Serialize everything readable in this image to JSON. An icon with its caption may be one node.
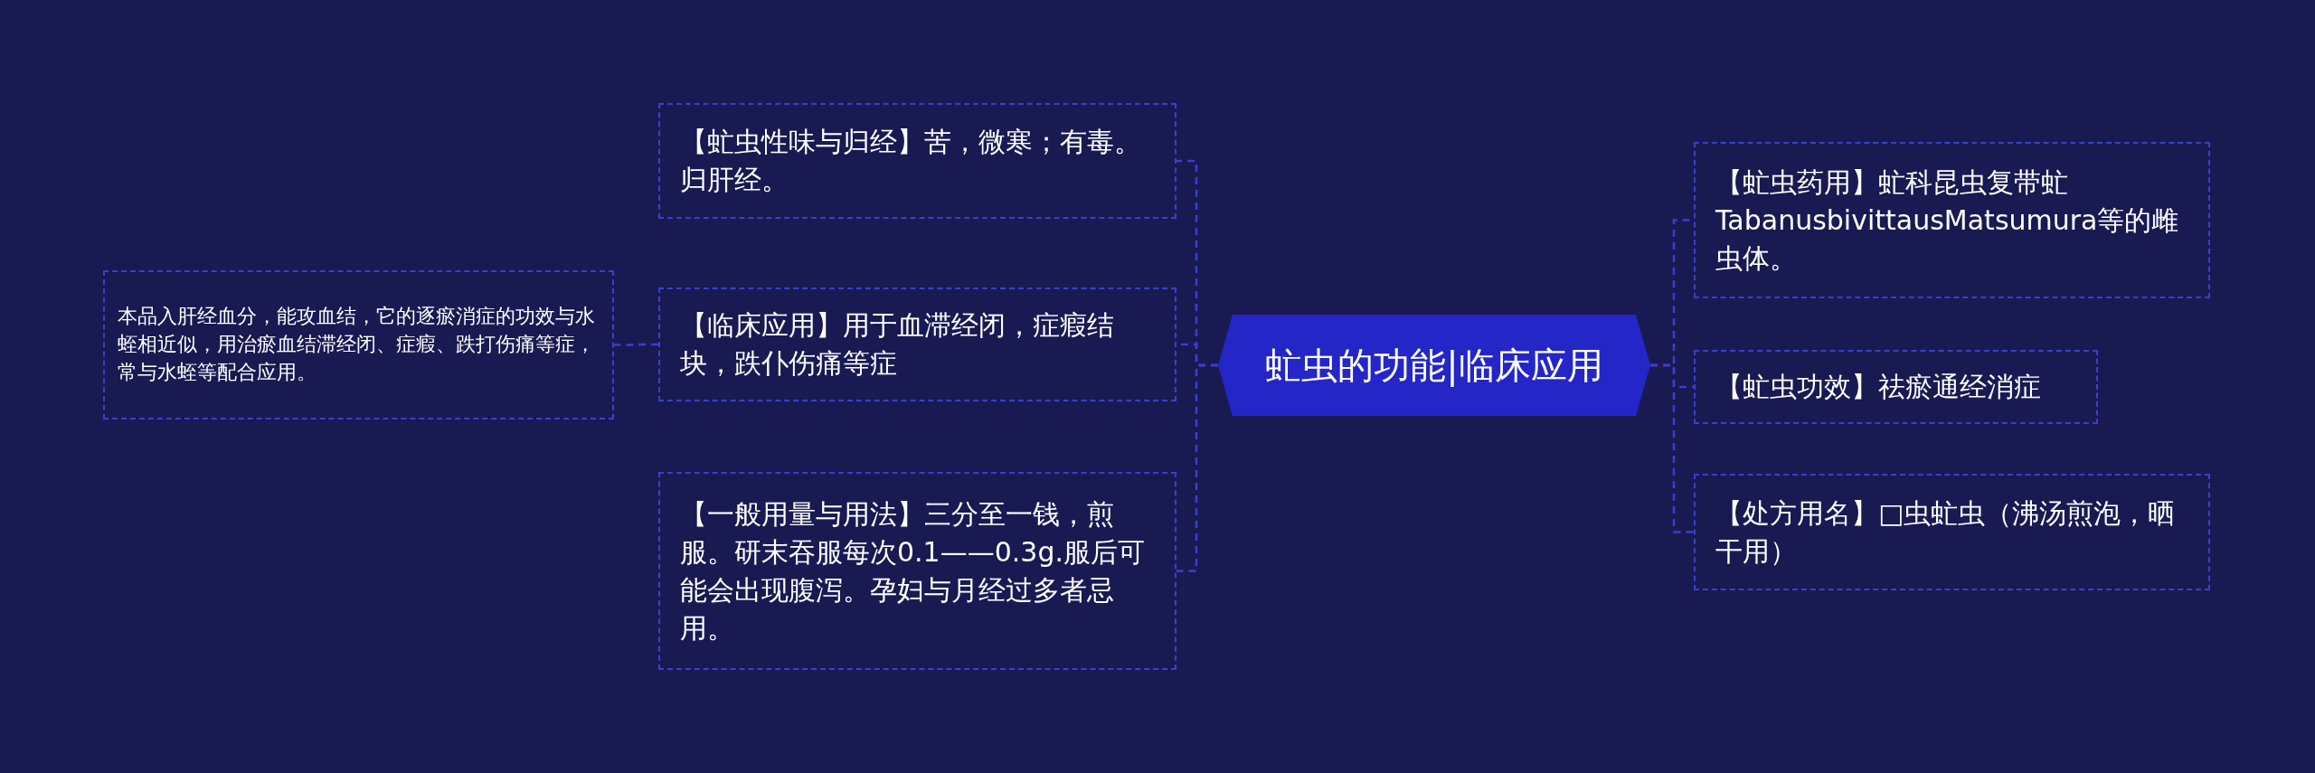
{
  "diagram": {
    "nodes": [
      {
        "text": [
          "虻虫的功能|临床应用"
        ]
      },
      {
        "text": [
          "【虻虫药用】虻科昆虫复带虻TabanusbivittausMatsumura等的雌虫体。"
        ]
      },
      {
        "text": [
          "【虻虫功效】祛瘀通经消症"
        ]
      },
      {
        "text": [
          "【处方用名】□虫虻虫（沸汤煎泡，晒干用）"
        ]
      },
      {
        "text": [
          "【虻虫性味与归经】苦，微寒；有毒。归肝经。"
        ]
      },
      {
        "text": [
          "【临床应用】用于血滞经闭，症瘕结块，跌仆伤痛等症"
        ]
      },
      {
        "text": [
          "【一般用量与用法】三分至一钱，煎服。研末吞服每次0.1——0.3g.服后可能会出现腹泻。孕妇与月经过多者忌用。"
        ]
      },
      {
        "text": [
          "本品入肝经血分，能攻血结，它的逐瘀消症的功效与水蛭相近似，用治瘀血结滞经闭、症瘕、跌打伤痛等症，常与水蛭等配合应用。"
        ]
      }
    ],
    "edges": [
      {
        "from": 0,
        "to": 1,
        "arrow": "none"
      },
      {
        "from": 0,
        "to": 2,
        "arrow": "none"
      },
      {
        "from": 0,
        "to": 3,
        "arrow": "none"
      },
      {
        "from": 0,
        "to": 4,
        "arrow": "none"
      },
      {
        "from": 0,
        "to": 5,
        "arrow": "none"
      },
      {
        "from": 0,
        "to": 6,
        "arrow": "none"
      },
      {
        "from": 5,
        "to": 7,
        "arrow": "none"
      }
    ]
  }
}
